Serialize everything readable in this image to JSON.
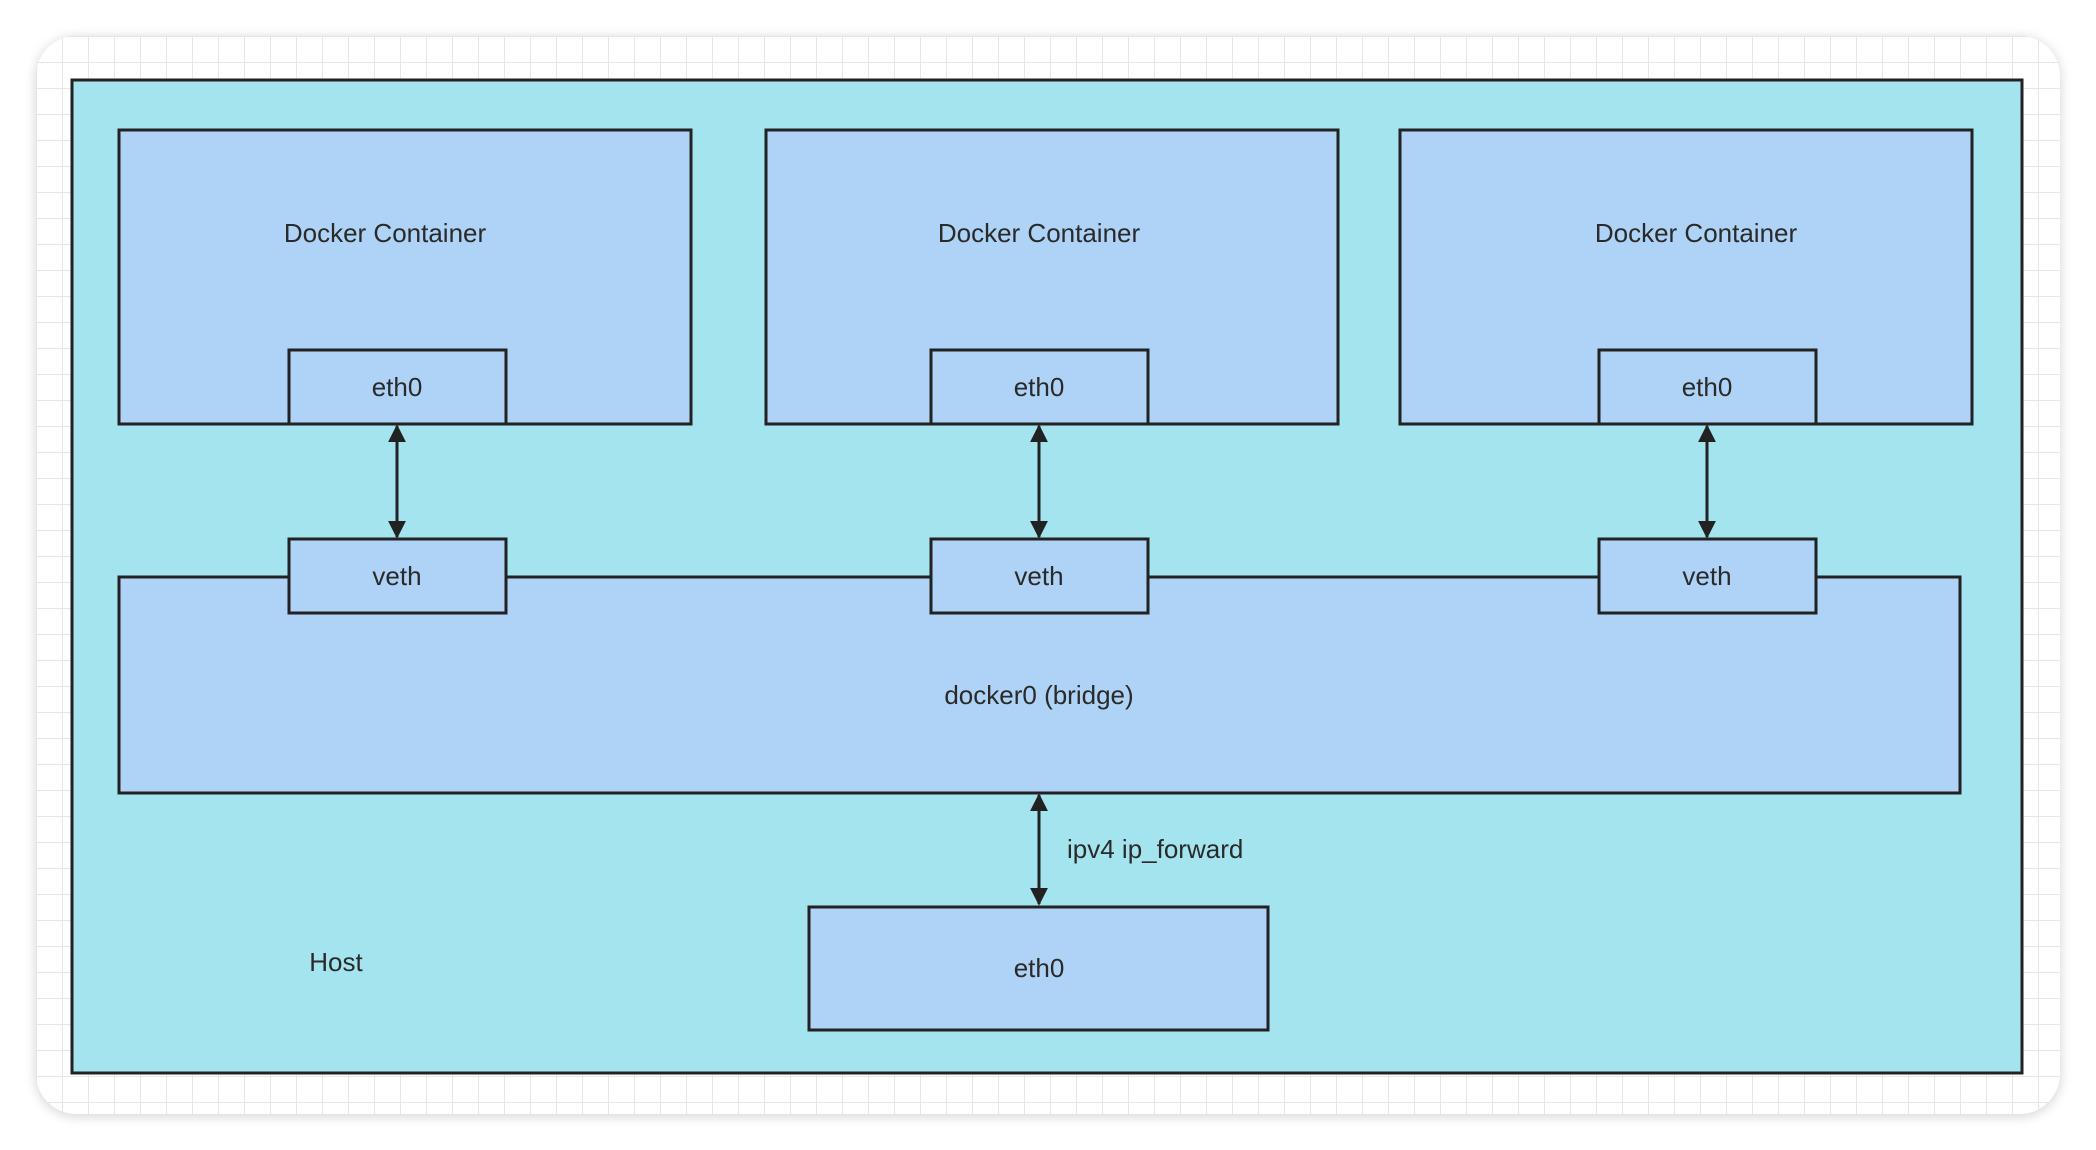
{
  "host": {
    "label": "Host"
  },
  "containers": [
    {
      "title": "Docker Container",
      "iface": "eth0",
      "veth": "veth"
    },
    {
      "title": "Docker Container",
      "iface": "eth0",
      "veth": "veth"
    },
    {
      "title": "Docker Container",
      "iface": "eth0",
      "veth": "veth"
    }
  ],
  "bridge": {
    "label": "docker0 (bridge)"
  },
  "host_iface": {
    "label": "eth0"
  },
  "forward": {
    "label": "ipv4 ip_forward"
  },
  "colors": {
    "host_fill": "#a4e4ee",
    "box_fill": "#aed3f6",
    "stroke": "#222222"
  }
}
